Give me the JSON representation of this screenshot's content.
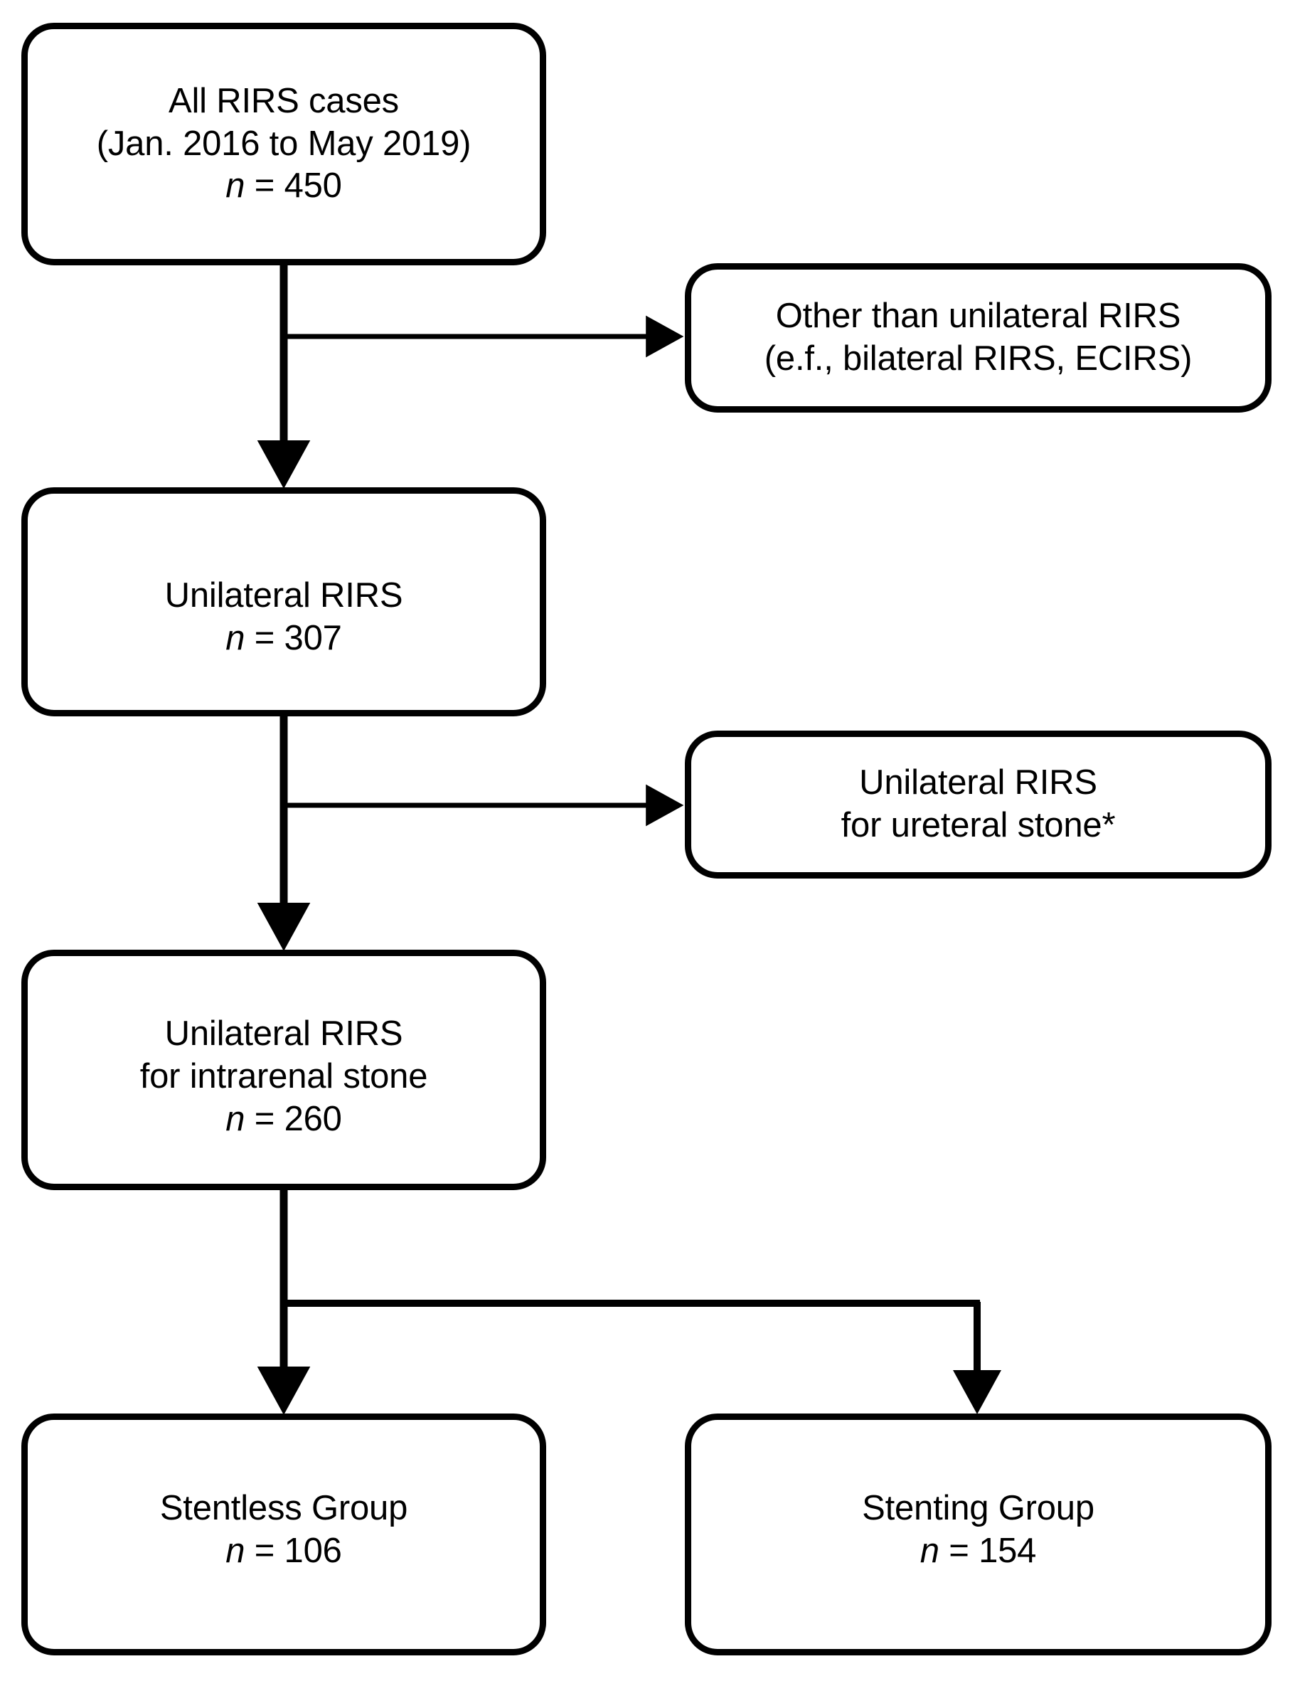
{
  "diagram": {
    "title": "RIRS patient selection flowchart",
    "stroke_color": "#000000",
    "background_color": "#ffffff",
    "nodes": [
      {
        "id": "all-cases",
        "lines": [
          "All RIRS cases",
          "(Jan. 2016 to May 2019)",
          "n = 450"
        ],
        "count_label": "n = 450",
        "count_value": 450
      },
      {
        "id": "other-than",
        "lines": [
          "Other than unilateral RIRS",
          "(e.f., bilateral RIRS, ECIRS)"
        ],
        "count_label": "",
        "count_value": null
      },
      {
        "id": "unilateral",
        "lines": [
          "Unilateral RIRS",
          "n = 307"
        ],
        "count_label": "n = 307",
        "count_value": 307
      },
      {
        "id": "ureteral",
        "lines": [
          "Unilateral RIRS",
          "for ureteral stone*"
        ],
        "count_label": "",
        "count_value": null
      },
      {
        "id": "intrarenal",
        "lines": [
          "Unilateral RIRS",
          "for intrarenal stone",
          "n = 260"
        ],
        "count_label": "n = 260",
        "count_value": 260
      },
      {
        "id": "stentless",
        "lines": [
          "Stentless Group",
          "n = 106"
        ],
        "count_label": "n = 106",
        "count_value": 106
      },
      {
        "id": "stenting",
        "lines": [
          "Stenting Group",
          "n = 154"
        ],
        "count_label": "n = 154",
        "count_value": 154
      }
    ]
  },
  "nodes": {
    "all_cases": {
      "line1": "All RIRS cases",
      "line2": "(Jan. 2016 to May 2019)",
      "n_prefix": "n",
      "n_rest": " = 450"
    },
    "other_than": {
      "line1": "Other than unilateral RIRS",
      "line2": "(e.f., bilateral RIRS, ECIRS)"
    },
    "unilateral": {
      "line1": "Unilateral RIRS",
      "n_prefix": "n",
      "n_rest": " = 307"
    },
    "ureteral": {
      "line1": "Unilateral RIRS",
      "line2": "for ureteral stone*"
    },
    "intrarenal": {
      "line1": "Unilateral RIRS",
      "line2": "for intrarenal stone",
      "n_prefix": "n",
      "n_rest": " = 260"
    },
    "stentless": {
      "line1": "Stentless Group",
      "n_prefix": "n",
      "n_rest": " = 106"
    },
    "stenting": {
      "line1": "Stenting Group",
      "n_prefix": "n",
      "n_rest": " = 154"
    }
  }
}
